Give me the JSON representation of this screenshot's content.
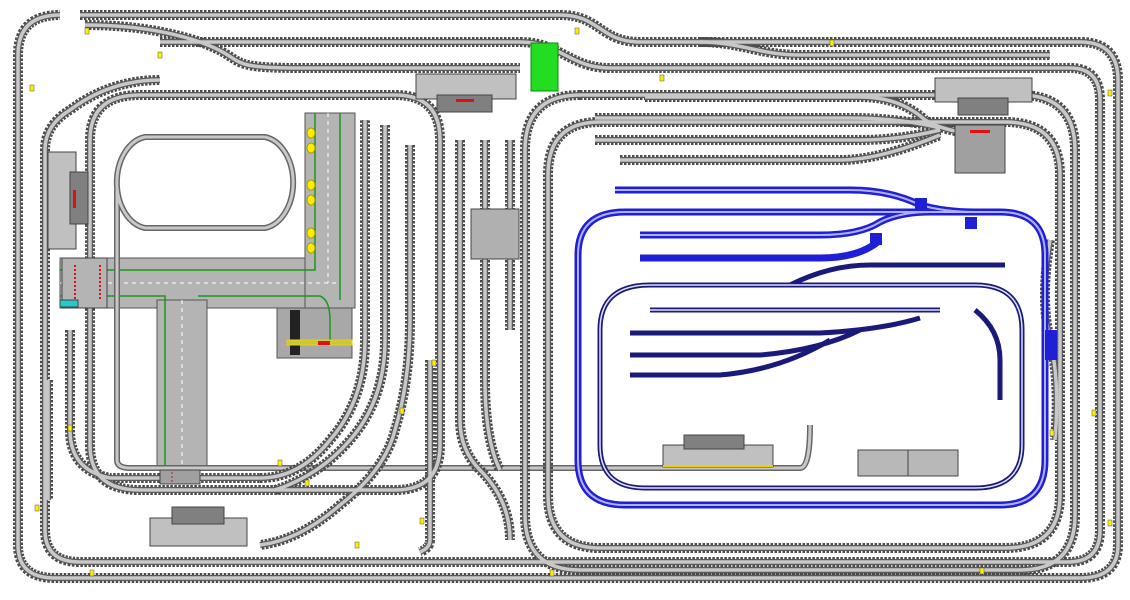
{
  "layout": {
    "background": "#ffffff",
    "colors": {
      "gray_track_ties": "#4a4a4a",
      "gray_track_rail": "#5a5a5a",
      "gray_track_bed": "#c8c8c8",
      "blue_track": "#1f1fd6",
      "navy_track": "#1a1a7a",
      "building": "#c0c0c0",
      "building_dark": "#808080",
      "road": "#b4b4b4",
      "road_line": "#1a9a1a",
      "baseplate_green": "#22dd22",
      "accent_red": "#dd1111",
      "accent_yellow": "#ffee00"
    },
    "icons": [
      "train-track",
      "station-building",
      "road-baseplate",
      "monorail-track",
      "switch-motor"
    ]
  }
}
